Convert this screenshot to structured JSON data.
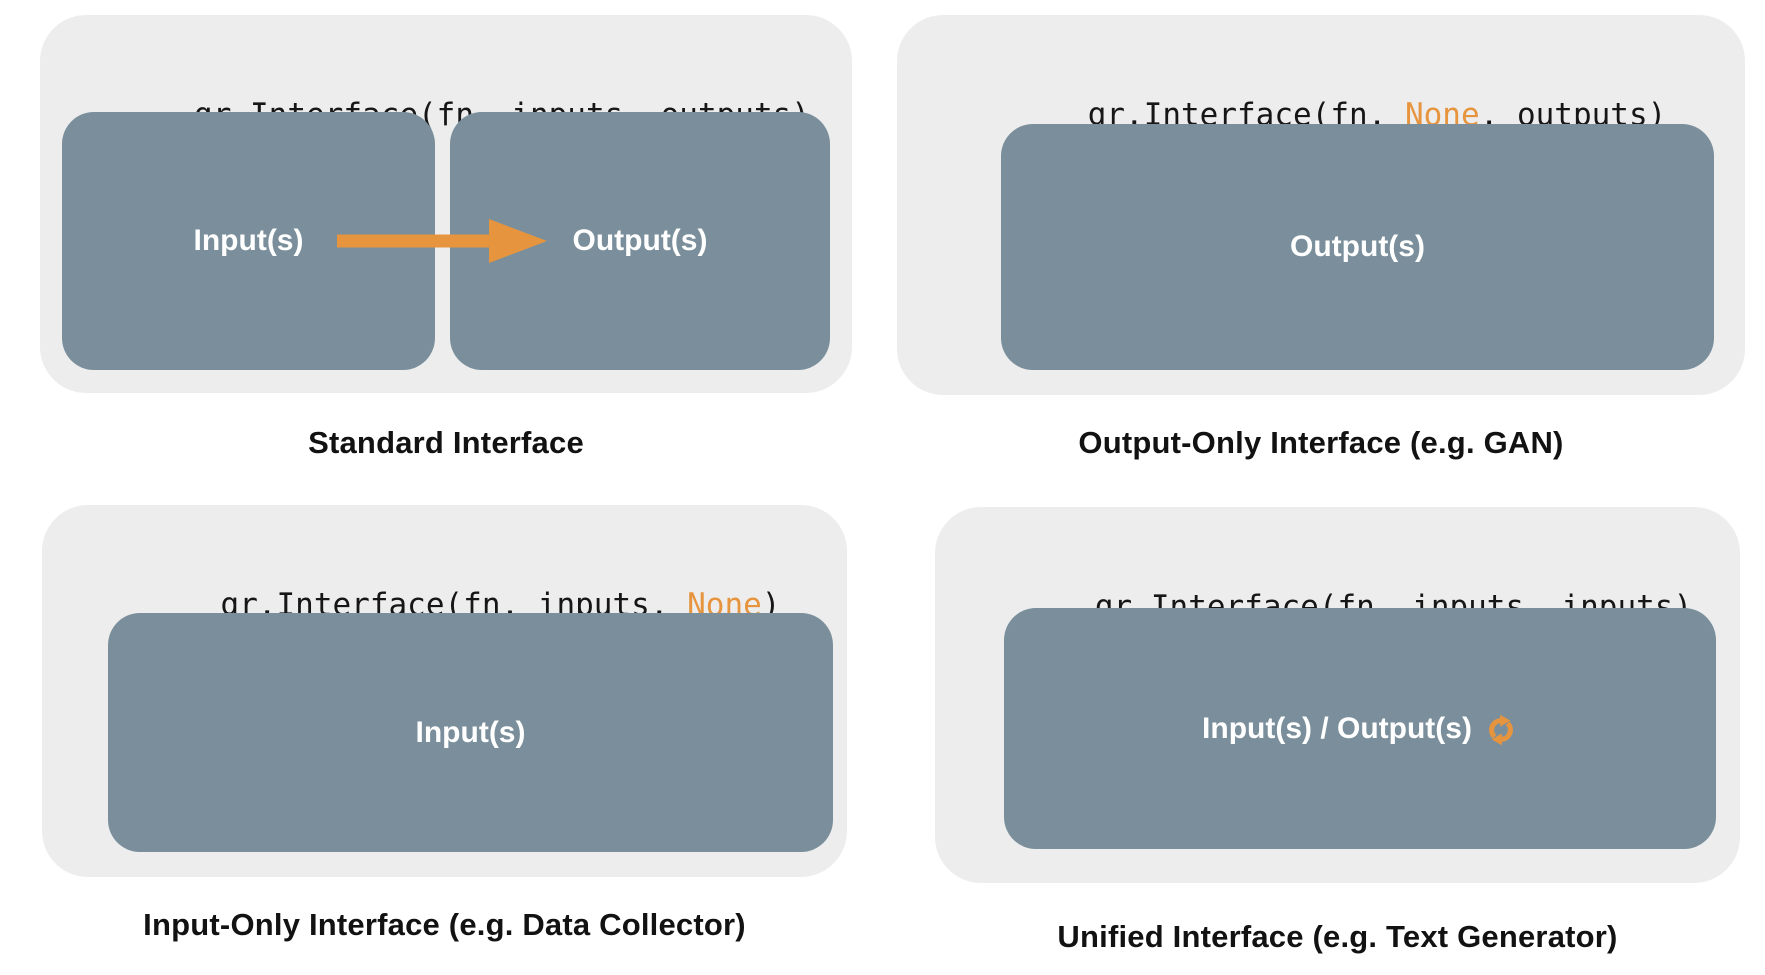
{
  "colors": {
    "background": "#ffffff",
    "card_bg": "#ededed",
    "box_bg": "#7a8f9b",
    "accent_orange": "#e6953e",
    "code_text": "#161616",
    "caption_text": "#121212",
    "box_label_text": "#ffffff"
  },
  "panels": [
    {
      "name": "standard-interface",
      "code": {
        "before": "gr.Interface(fn, inputs, outputs)",
        "highlight": "",
        "after": ""
      },
      "boxes": [
        {
          "label": "Input(s)"
        },
        {
          "label": "Output(s)"
        }
      ],
      "arrow_icon": "right-arrow-icon",
      "caption": "Standard Interface"
    },
    {
      "name": "output-only-interface",
      "code": {
        "before": "gr.Interface(fn, ",
        "highlight": "None",
        "after": ", outputs)"
      },
      "boxes": [
        {
          "label": "Output(s)"
        }
      ],
      "caption": "Output-Only Interface (e.g. GAN)"
    },
    {
      "name": "input-only-interface",
      "code": {
        "before": "gr.Interface(fn, inputs, ",
        "highlight": "None",
        "after": ")"
      },
      "boxes": [
        {
          "label": "Input(s)"
        }
      ],
      "caption": "Input-Only Interface (e.g. Data Collector)"
    },
    {
      "name": "unified-interface",
      "code": {
        "before": "gr.Interface(fn, inputs, inputs)",
        "highlight": "",
        "after": ""
      },
      "boxes": [
        {
          "label": "Input(s) / Output(s)",
          "icon": "sync-icon"
        }
      ],
      "caption": "Unified Interface (e.g. Text Generator)"
    }
  ]
}
